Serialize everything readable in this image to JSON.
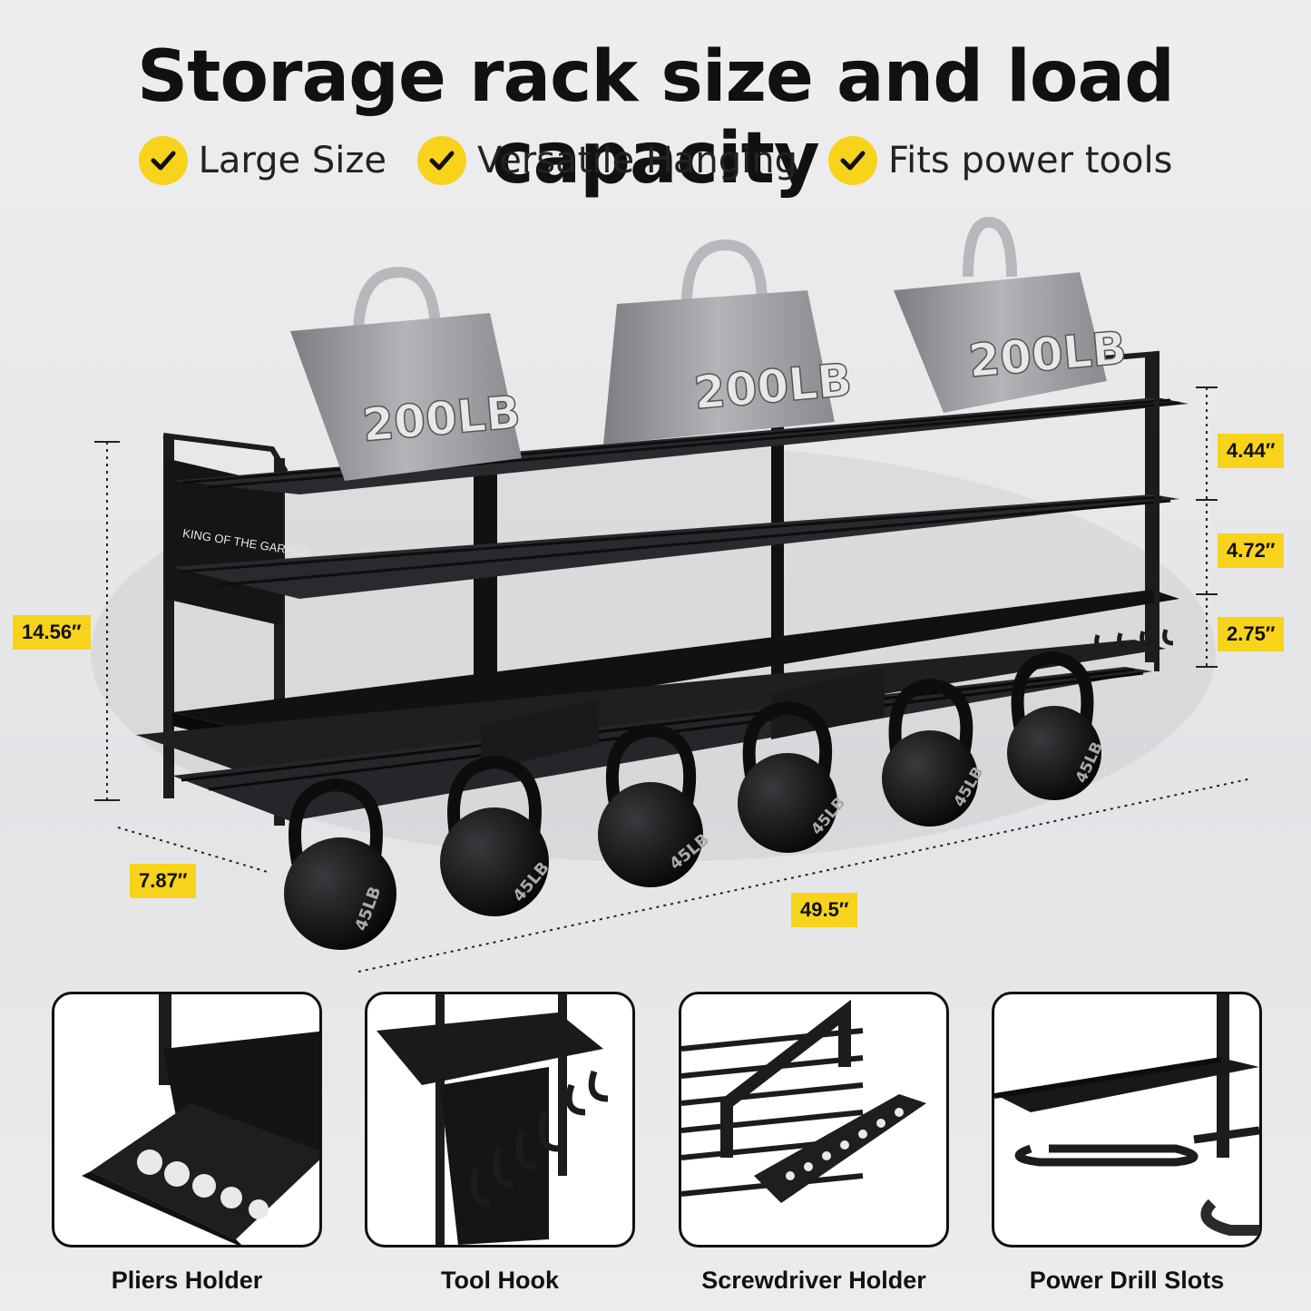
{
  "title": "Storage rack size and load capacity",
  "features": [
    "Large Size",
    "Versatile Hanging",
    "Fits power tools"
  ],
  "brand_label": "KING OF THE GARAGE",
  "weights": [
    "200LB",
    "200LB",
    "200LB"
  ],
  "kettlebells": [
    "45LB",
    "45LB",
    "45LB",
    "45LB",
    "45LB",
    "45LB"
  ],
  "dimensions": {
    "height": "14.56″",
    "depth": "7.87″",
    "width": "49.5″",
    "shelf1": "4.44″",
    "shelf2": "4.72″",
    "shelf3": "2.75″"
  },
  "details": [
    {
      "caption": "Pliers Holder",
      "icon": "pliers-holder-icon"
    },
    {
      "caption": "Tool Hook",
      "icon": "tool-hook-icon"
    },
    {
      "caption": "Screwdriver Holder",
      "icon": "screwdriver-holder-icon"
    },
    {
      "caption": "Power Drill Slots",
      "icon": "power-drill-slots-icon"
    }
  ],
  "colors": {
    "accent": "#f7d31b",
    "rack": "#1c1c1f",
    "weight": "#9a9a9e"
  }
}
